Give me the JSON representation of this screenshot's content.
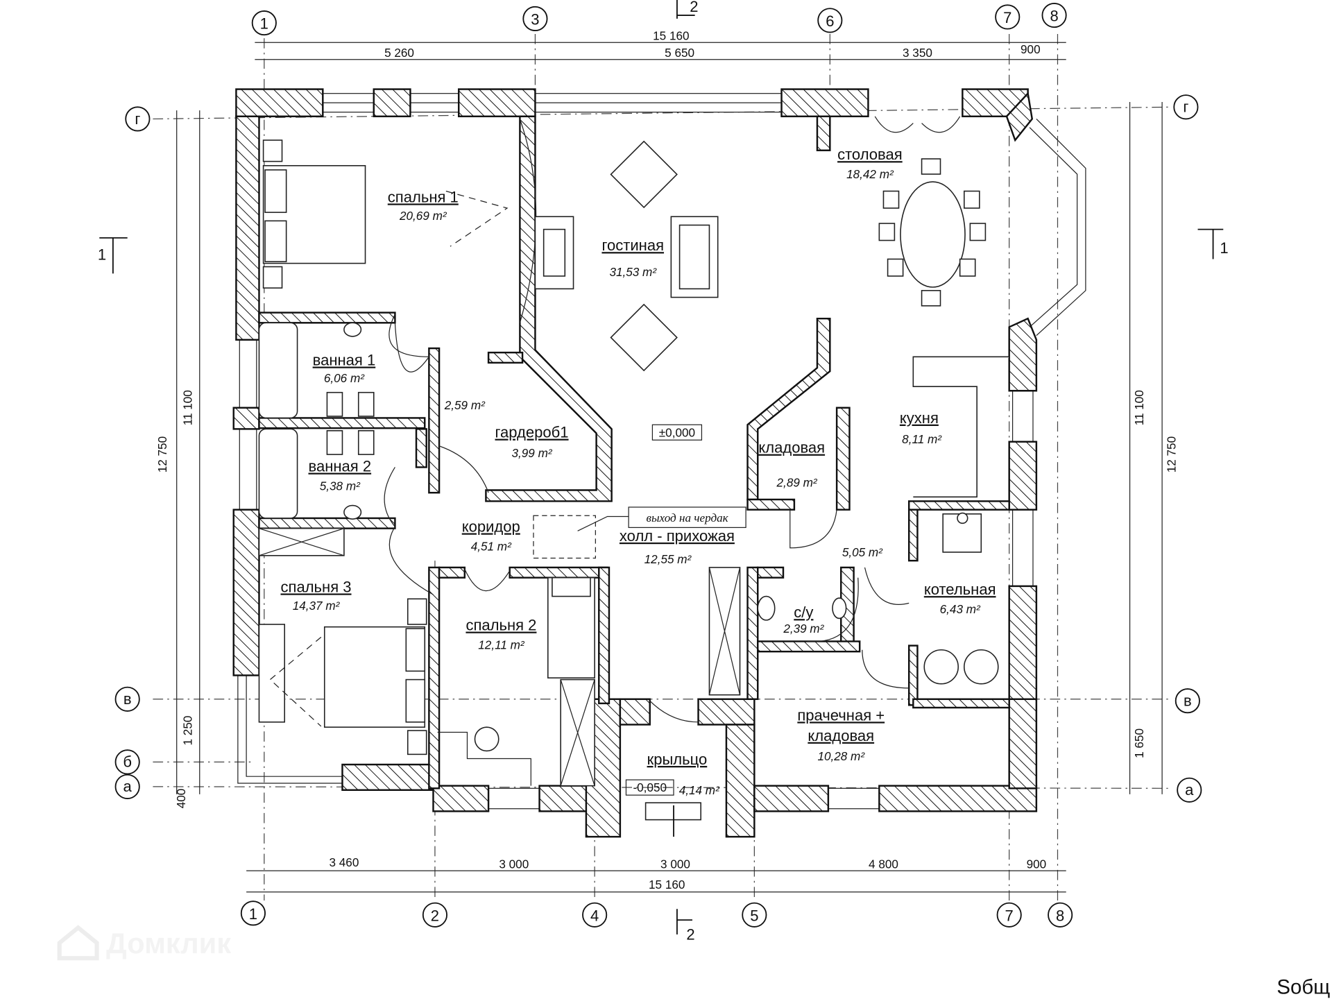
{
  "axes_columns": [
    "1",
    "2",
    "3",
    "4",
    "5",
    "6",
    "7",
    "8"
  ],
  "axes_rows": [
    "г",
    "в",
    "б",
    "а"
  ],
  "section_marks": {
    "vertical": "2",
    "horizontal": "1"
  },
  "dimensions": {
    "top_total": "15 160",
    "top_parts": [
      "5 260",
      "5 650",
      "3 350",
      "900"
    ],
    "bottom_parts": [
      "3 460",
      "3 000",
      "3 000",
      "4 800",
      "900"
    ],
    "bottom_total": "15 160",
    "left_total": "12 750",
    "left_parts": [
      "11 100",
      "1 250",
      "400"
    ],
    "right_parts": [
      "11 100",
      "1 650"
    ],
    "right_total": "12 750"
  },
  "rooms": [
    {
      "name": "спальня 1",
      "area": "20,69 m²"
    },
    {
      "name": "гостиная",
      "area": "31,53 m²"
    },
    {
      "name": "столовая",
      "area": "18,42 m²"
    },
    {
      "name": "ванная 1",
      "area": "6,06 m²"
    },
    {
      "name": "ванная 2",
      "area": "5,38 m²"
    },
    {
      "name": "гардероб1",
      "area": "3,99 m²"
    },
    {
      "name": "кладовая",
      "area": "2,89 m²"
    },
    {
      "name": "кухня",
      "area": "8,11 m²"
    },
    {
      "name": "коридор",
      "area": "4,51 m²"
    },
    {
      "name": "холл - прихожая",
      "area": "12,55 m²"
    },
    {
      "name": "котельная",
      "area": "6,43 m²"
    },
    {
      "name": "спальня 3",
      "area": "14,37 m²"
    },
    {
      "name": "спальня 2",
      "area": "12,11 m²"
    },
    {
      "name": "с/у",
      "area": "2,39 m²"
    },
    {
      "name": "прачечная +",
      "name2": "кладовая",
      "area": "10,28 m²"
    },
    {
      "name": "крыльцо",
      "area": "4,14 m²"
    }
  ],
  "extra_areas": [
    "2,59 m²",
    "5,05 m²"
  ],
  "levels": {
    "main": "±0,000",
    "porch": "-0,050"
  },
  "attic_note": "выход на чердак",
  "total_area_label": "Sобщ.",
  "watermark": "Домклик"
}
